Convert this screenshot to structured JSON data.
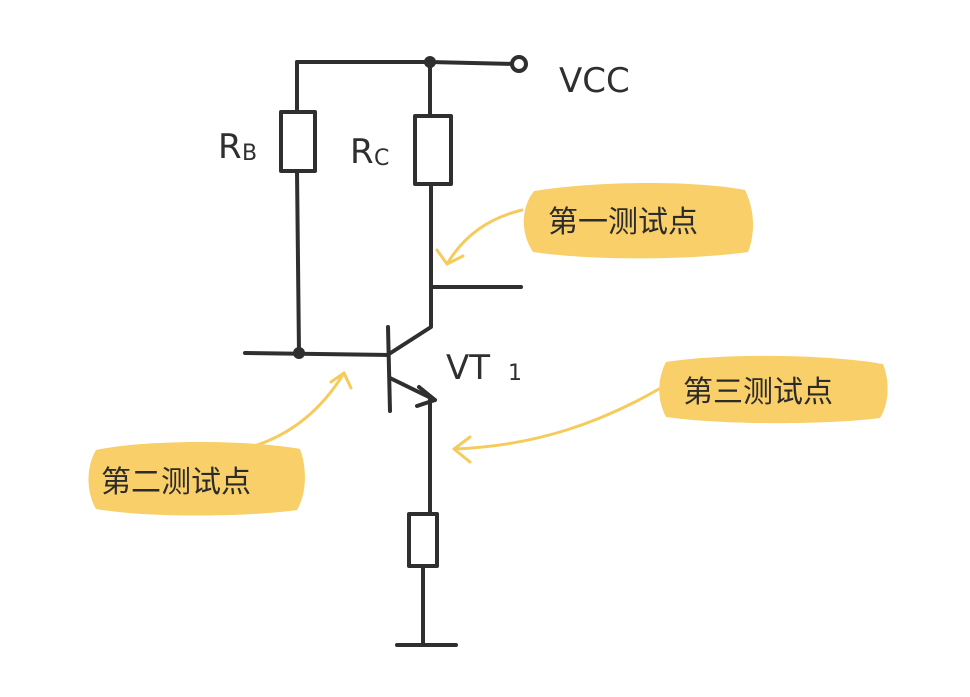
{
  "diagram": {
    "supply": {
      "name": "VCC"
    },
    "resistors": {
      "base": {
        "main": "R",
        "sub": "B"
      },
      "collector": {
        "main": "R",
        "sub": "C"
      }
    },
    "transistor": {
      "main": "VT",
      "sub": "1"
    },
    "test_points": {
      "first": "第一测试点",
      "second": "第二测试点",
      "third": "第三测试点"
    },
    "colors": {
      "line": "#2f2f2f",
      "highlight": "#f8cf68",
      "arrow": "#f5cb5c",
      "background": "#ffffff"
    }
  }
}
